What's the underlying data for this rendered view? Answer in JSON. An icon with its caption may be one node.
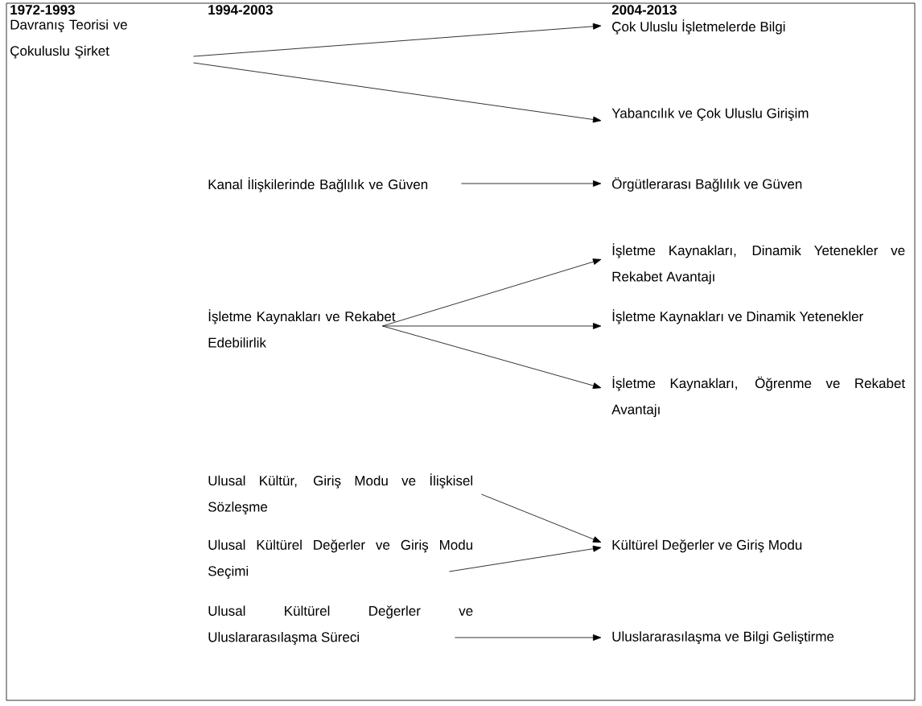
{
  "diagram": {
    "nodes": [
      {
        "text": [
          "Davranış Teorisi ve Çokuluslu Şirket"
        ]
      },
      {
        "text": [
          "Çok Uluslu İşletmelerde Bilgi"
        ]
      },
      {
        "text": [
          "Yabancılık ve Çok Uluslu Girişim"
        ]
      },
      {
        "text": [
          "Kanal İlişkilerinde Bağlılık ve Güven"
        ]
      },
      {
        "text": [
          "Örgütlerarası Bağlılık ve Güven"
        ]
      },
      {
        "text": [
          "İşletme Kaynakları ve Rekabet Edebilirlik"
        ]
      },
      {
        "text": [
          "İşletme Kaynakları, Dinamik Yetenekler ve Rekabet Avantajı"
        ]
      },
      {
        "text": [
          "İşletme Kaynakları ve Dinamik Yetenekler"
        ]
      },
      {
        "text": [
          "İşletme Kaynakları, Öğrenme ve Rekabet Avantajı"
        ]
      },
      {
        "text": [
          "Ulusal Kültür, Giriş Modu ve İlişkisel Sözleşme"
        ]
      },
      {
        "text": [
          "Ulusal Kültürel Değerler ve Giriş Modu Seçimi"
        ]
      },
      {
        "text": [
          "Kültürel Değerler ve Giriş Modu"
        ]
      },
      {
        "text": [
          "Ulusal Kültürel Değerler ve Uluslararasılaşma Süreci"
        ]
      },
      {
        "text": [
          "Uluslararasılaşma ve Bilgi Geliştirme"
        ]
      }
    ],
    "edges": [
      {
        "from": 0,
        "to": 1,
        "arrow": "to"
      },
      {
        "from": 0,
        "to": 2,
        "arrow": "to"
      },
      {
        "from": 3,
        "to": 4,
        "arrow": "to"
      },
      {
        "from": 5,
        "to": 6,
        "arrow": "to"
      },
      {
        "from": 5,
        "to": 7,
        "arrow": "to"
      },
      {
        "from": 5,
        "to": 8,
        "arrow": "to"
      },
      {
        "from": 9,
        "to": 11,
        "arrow": "to"
      },
      {
        "from": 10,
        "to": 11,
        "arrow": "to"
      },
      {
        "from": 12,
        "to": 13,
        "arrow": "to"
      }
    ],
    "labels": [
      "1972-1993",
      "1994-2003",
      "2004-2013"
    ]
  }
}
